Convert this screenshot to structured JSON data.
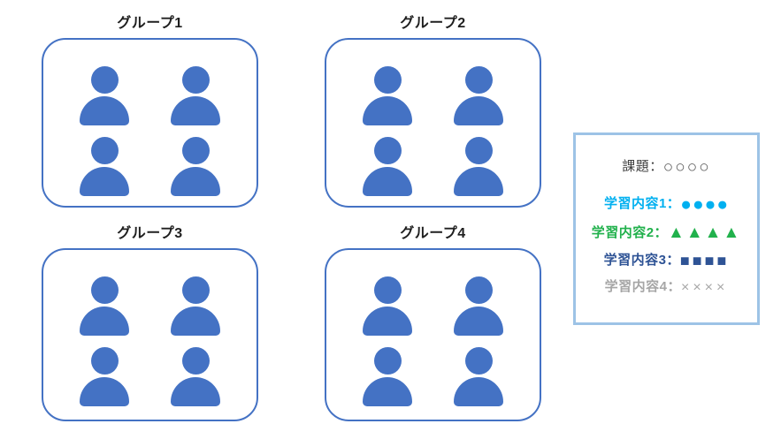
{
  "figure": {
    "colors": {
      "person": "#4472C4",
      "group_border": "#4472C4",
      "legend_border": "#9DC3E6"
    },
    "groups": [
      {
        "title": "グループ1",
        "member_count": 4
      },
      {
        "title": "グループ2",
        "member_count": 4
      },
      {
        "title": "グループ3",
        "member_count": 4
      },
      {
        "title": "グループ4",
        "member_count": 4
      }
    ],
    "legend": {
      "task_row": {
        "label": "課題：",
        "symbols": "○○○○",
        "label_color": "#3d3d3d",
        "symbol_color": "#595959"
      },
      "items": [
        {
          "label": "学習内容1：",
          "symbols": "●●●●",
          "color": "#00B0F0"
        },
        {
          "label": "学習内容2：",
          "symbols": "▲▲▲▲",
          "color": "#21B14C"
        },
        {
          "label": "学習内容3：",
          "symbols": "■■■■",
          "color": "#2E5395"
        },
        {
          "label": "学習内容4：",
          "symbols": "××××",
          "color": "#A6A6A6"
        }
      ]
    }
  }
}
